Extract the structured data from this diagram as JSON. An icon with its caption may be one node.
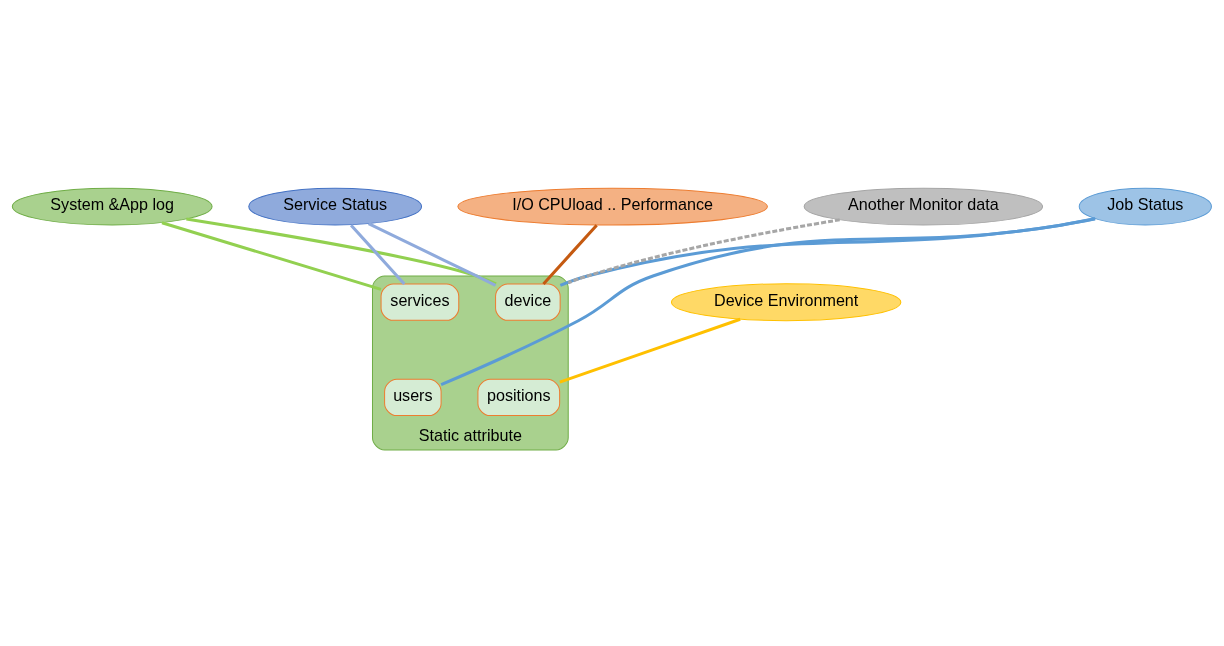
{
  "diagram": {
    "nodes": [
      {
        "text": [
          "System &App log"
        ]
      },
      {
        "text": [
          "Service Status"
        ]
      },
      {
        "text": [
          "Job Status"
        ]
      },
      {
        "text": [
          "I/O CPUload .. Performance"
        ]
      },
      {
        "text": [
          "Static attribute"
        ]
      },
      {
        "text": [
          "device"
        ],
        "in": 4
      },
      {
        "text": [
          "services"
        ],
        "in": 4
      },
      {
        "text": [
          "positions"
        ],
        "in": 4
      },
      {
        "text": [
          "users"
        ],
        "in": 4
      },
      {
        "text": [
          "Device Environment"
        ]
      },
      {
        "text": [
          "Another Monitor data"
        ]
      }
    ],
    "edges": [
      {
        "from": 0,
        "to": 5,
        "arrow": "none",
        "color": "#92d050"
      },
      {
        "from": 0,
        "to": 6,
        "arrow": "none",
        "color": "#92d050"
      },
      {
        "from": 1,
        "to": 5,
        "arrow": "none",
        "color": "#8faadc"
      },
      {
        "from": 1,
        "to": 6,
        "arrow": "none",
        "color": "#8faadc"
      },
      {
        "from": 2,
        "to": 5,
        "arrow": "none",
        "color": "#5b9bd5"
      },
      {
        "from": 2,
        "to": 8,
        "arrow": "none",
        "color": "#5b9bd5"
      },
      {
        "from": 3,
        "to": 5,
        "arrow": "none",
        "color": "#c55a11"
      },
      {
        "from": 9,
        "to": 7,
        "arrow": "none",
        "color": "#ffc000"
      },
      {
        "from": 10,
        "to": 4,
        "arrow": "none",
        "style": "dashed",
        "color": "#a6a6a6"
      }
    ]
  }
}
